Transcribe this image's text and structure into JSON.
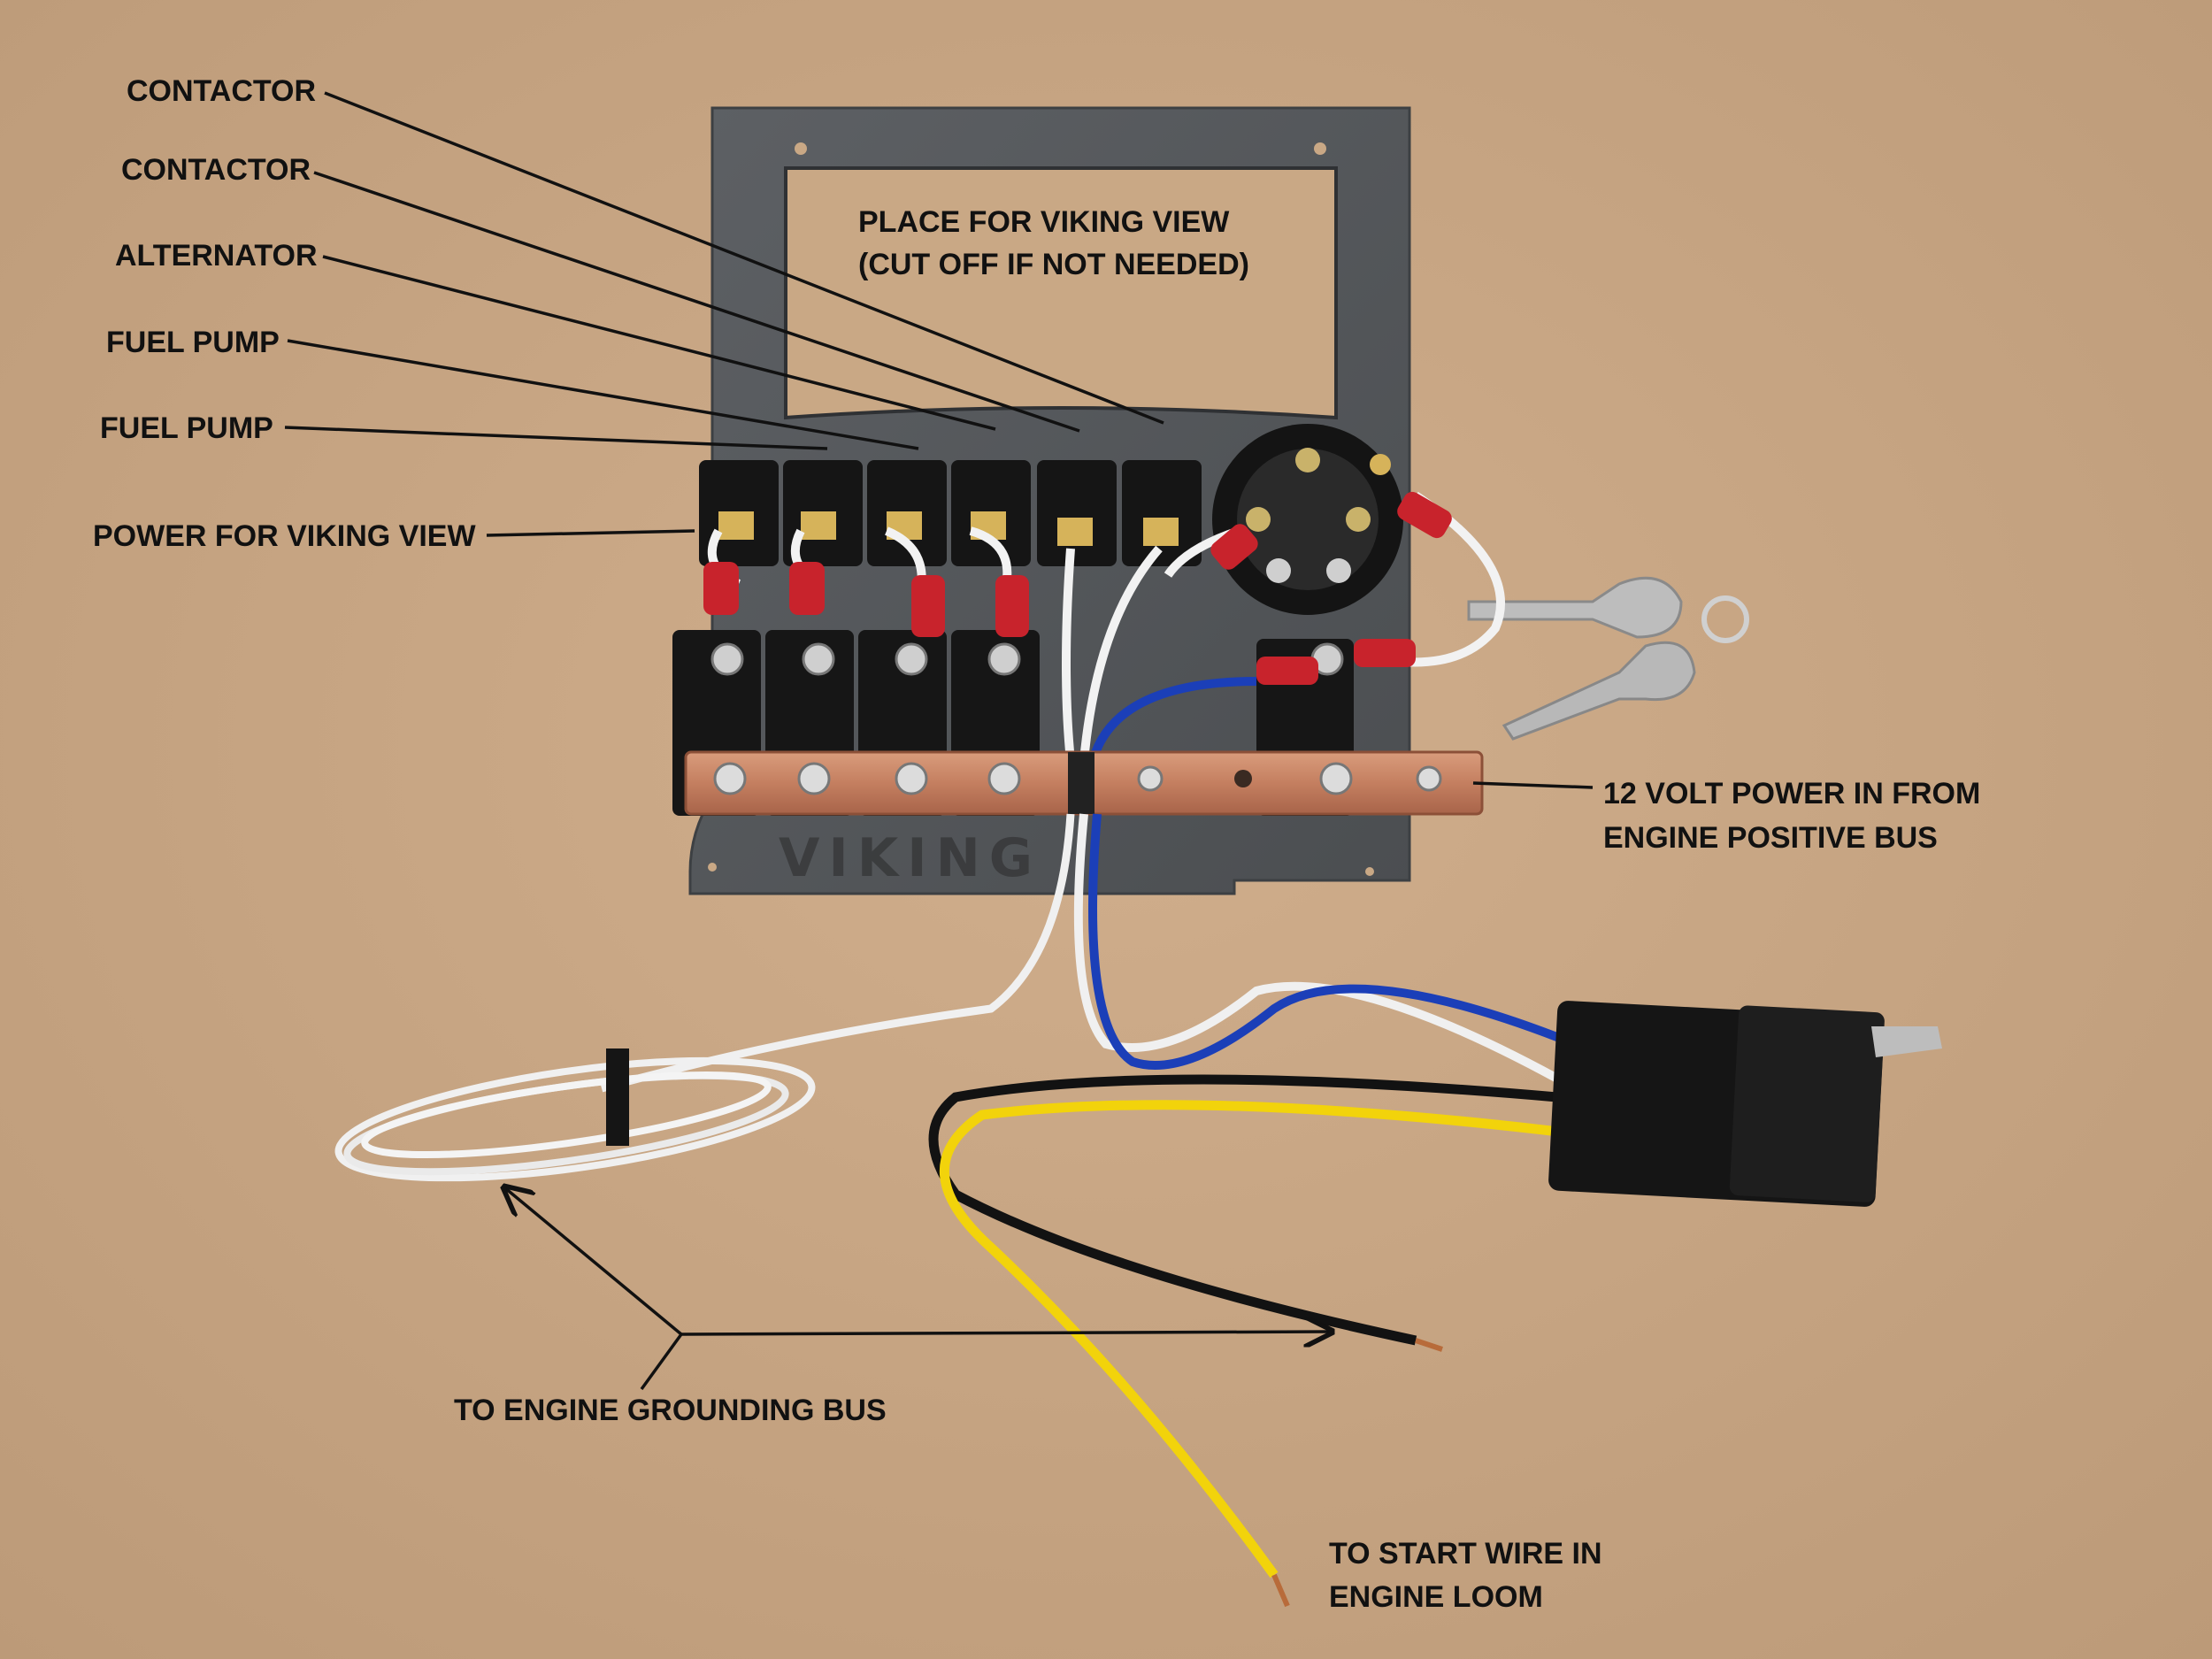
{
  "photo": {
    "background_color": "#c8a684",
    "panel_color": "#55585b",
    "bus_bar_color": "#c98a6a",
    "wire_colors": {
      "white": "#f2f2f2",
      "blue": "#1b3fb8",
      "black": "#121212",
      "yellow": "#f2d30b",
      "red": "#c8232c"
    },
    "engraving": "VIKING"
  },
  "labels": {
    "contactor_1": "CONTACTOR",
    "contactor_2": "CONTACTOR",
    "alternator": "ALTERNATOR",
    "fuel_pump_1": "FUEL PUMP",
    "fuel_pump_2": "FUEL PUMP",
    "power_viking_view": "POWER FOR VIKING VIEW",
    "place_line1": "PLACE FOR VIKING VIEW",
    "place_line2": "(CUT OFF IF NOT NEEDED)",
    "power_in_line1": "12 VOLT POWER IN FROM",
    "power_in_line2": "ENGINE POSITIVE BUS",
    "ground": "TO ENGINE GROUNDING BUS",
    "start_line1": "TO START WIRE IN",
    "start_line2": "ENGINE LOOM"
  }
}
